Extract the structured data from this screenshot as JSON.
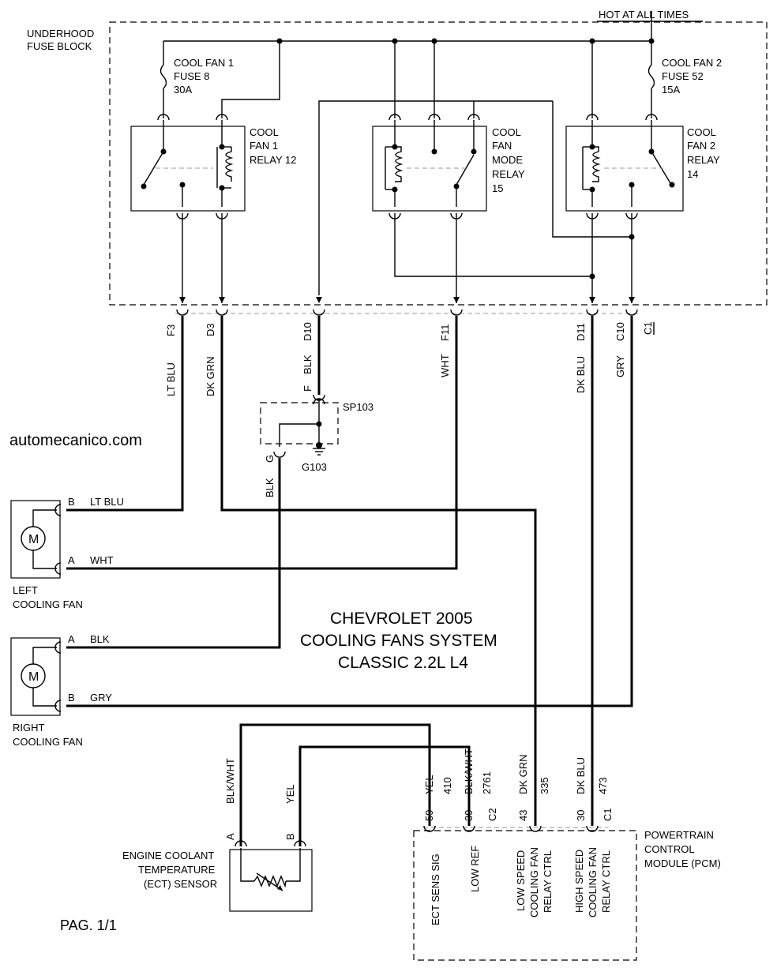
{
  "labels": {
    "hot": "HOT AT ALL TIMES",
    "fuse_block_1": "UNDERHOOD",
    "fuse_block_2": "FUSE BLOCK",
    "fuse8_1": "COOL FAN 1",
    "fuse8_2": "FUSE 8",
    "fuse8_3": "30A",
    "fuse52_1": "COOL FAN 2",
    "fuse52_2": "FUSE 52",
    "fuse52_3": "15A",
    "relay12_1": "COOL",
    "relay12_2": "FAN 1",
    "relay12_3": "RELAY 12",
    "mode_1": "COOL",
    "mode_2": "FAN",
    "mode_3": "MODE",
    "mode_4": "RELAY",
    "mode_5": "15",
    "relay14_1": "COOL",
    "relay14_2": "FAN 2",
    "relay14_3": "RELAY",
    "relay14_4": "14",
    "pin_f3": "F3",
    "pin_d3": "D3",
    "pin_d10": "D10",
    "pin_f11": "F11",
    "pin_d11": "D11",
    "pin_c10": "C10",
    "pin_c1": "C1",
    "wire_ltblu": "LT BLU",
    "wire_dkgrn": "DK GRN",
    "wire_blk": "BLK",
    "wire_wht": "WHT",
    "wire_dkblu": "DK BLU",
    "wire_gry": "GRY",
    "pin_f": "F",
    "sp103": "SP103",
    "g103": "G103",
    "pin_g": "G",
    "wire_blk2": "BLK",
    "website": "automecanico.com",
    "lf_b": "B",
    "lf_b_wire": "LT BLU",
    "lf_a": "A",
    "lf_a_wire": "WHT",
    "lf_motor": "M",
    "lf_name_1": "LEFT",
    "lf_name_2": "COOLING FAN",
    "rf_a": "A",
    "rf_a_wire": "BLK",
    "rf_b": "B",
    "rf_b_wire": "GRY",
    "rf_motor": "M",
    "rf_name_1": "RIGHT",
    "rf_name_2": "COOLING FAN",
    "title_1": "CHEVROLET 2005",
    "title_2": "COOLING FANS SYSTEM",
    "title_3": "CLASSIC 2.2L L4",
    "ect_wire_a": "BLK/WHT",
    "ect_wire_b": "YEL",
    "ect_pin_a": "A",
    "ect_pin_b": "B",
    "ect_1": "ENGINE COOLANT",
    "ect_2": "TEMPERATURE",
    "ect_3": "(ECT) SENSOR",
    "pcm_yel": "YEL",
    "pcm_410": "410",
    "pcm_59": "59",
    "pcm_blkwht": "BLK/WHT",
    "pcm_2761": "2761",
    "pcm_39": "39",
    "pcm_c2": "C2",
    "pcm_dkgrn": "DK GRN",
    "pcm_335": "335",
    "pcm_43": "43",
    "pcm_dkblu": "DK BLU",
    "pcm_473": "473",
    "pcm_30": "30",
    "pcm_c1": "C1",
    "pcm_ect": "ECT SENS SIG",
    "pcm_lowref": "LOW REF",
    "pcm_low_1": "LOW SPEED",
    "pcm_low_2": "COOLING FAN",
    "pcm_low_3": "RELAY CTRL",
    "pcm_high_1": "HIGH SPEED",
    "pcm_high_2": "COOLING FAN",
    "pcm_high_3": "RELAY CTRL",
    "pcm_name_1": "POWERTRAIN",
    "pcm_name_2": "CONTROL",
    "pcm_name_3": "MODULE (PCM)",
    "page": "PAG. 1/1"
  }
}
